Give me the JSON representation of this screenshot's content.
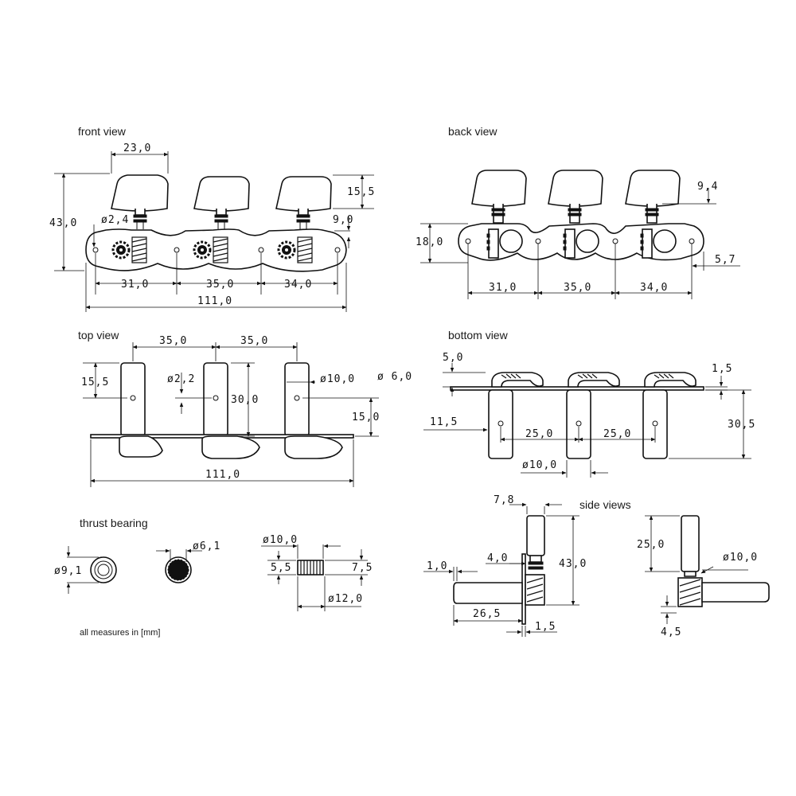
{
  "views": {
    "front": "front view",
    "back": "back view",
    "top": "top view",
    "bottom": "bottom view",
    "thrust": "thrust bearing",
    "side": "side views"
  },
  "note": "all measures in [mm]",
  "front_dims": {
    "knob_width": "23,0",
    "knob_height": "15,5",
    "total_height": "43,0",
    "hole_dia": "ø2,4",
    "plate_offset": "9,0",
    "spacing_1": "31,0",
    "spacing_2": "35,0",
    "spacing_3": "34,0",
    "overall_length": "111,0"
  },
  "back_dims": {
    "knob_offset": "9,4",
    "plate_height": "18,0",
    "edge_offset": "5,7",
    "spacing_1": "31,0",
    "spacing_2": "35,0",
    "spacing_3": "34,0"
  },
  "top_dims": {
    "spacing_1": "35,0",
    "spacing_2": "35,0",
    "post_top": "15,5",
    "hole_dia": "ø2,2",
    "post_dia": "ø10,0",
    "inner_dia": "ø 6,0",
    "post_length": "30,0",
    "base_offset": "15,0",
    "overall_length": "111,0"
  },
  "bottom_dims": {
    "knob_height": "5,0",
    "plate_thickness": "1,5",
    "post_offset": "11,5",
    "spacing_1": "25,0",
    "spacing_2": "25,0",
    "post_length": "30,5",
    "post_dia": "ø10,0"
  },
  "thrust_dims": {
    "outer_dia": "ø9,1",
    "inner_dia": "ø6,1",
    "sleeve_dia": "ø10,0",
    "sleeve_len": "5,5",
    "sleeve_h": "7,5",
    "flange_dia": "ø12,0"
  },
  "side_dims": {
    "knob_width": "7,8",
    "collar": "4,0",
    "total_height": "43,0",
    "plate": "1,0",
    "shaft_len": "26,5",
    "thickness": "1,5",
    "post_len": "25,0",
    "post_dia": "ø10,0",
    "base": "4,5"
  }
}
